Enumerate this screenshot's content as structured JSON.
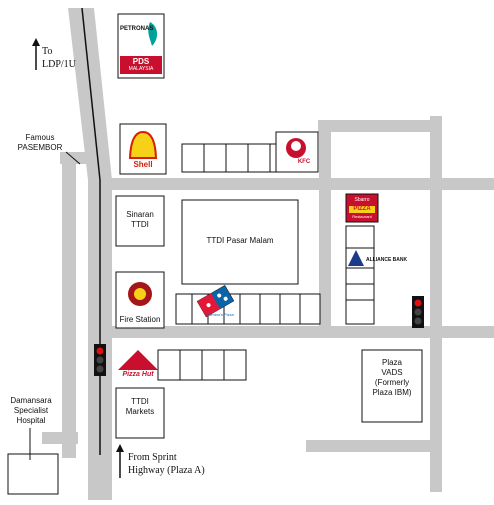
{
  "directions": {
    "north_line1": "To",
    "north_line2": "LDP/1U",
    "south_line1": "From Sprint",
    "south_line2": "Highway (Plaza A)"
  },
  "landmarks": {
    "petronas": "PETRONAS",
    "petronas_sub": "PDS",
    "petronas_sub2": "MALAYSIA",
    "shell": "Shell",
    "kfc": "KFC",
    "sbarro": "Sbarro",
    "sbarro_pizza": "PIZZA",
    "sbarro_sub": "Restaurant",
    "alliance_bank": "ALLIANCE BANK",
    "dominos": "Domino's Pizza",
    "pizza_hut": "Pizza Hut",
    "famous_line1": "Famous",
    "famous_line2": "PASEMBOR",
    "sinaran_line1": "Sinaran",
    "sinaran_line2": "TTDI",
    "pasar_malam": "TTDI Pasar Malam",
    "fire_station": "Fire Station",
    "ttdi_markets_line1": "TTDI",
    "ttdi_markets_line2": "Markets",
    "plaza_line1": "Plaza",
    "plaza_line2": "VADS",
    "plaza_line3": "(Formerly",
    "plaza_line4": "Plaza IBM)",
    "hospital_line1": "Damansara",
    "hospital_line2": "Specialist",
    "hospital_line3": "Hospital"
  },
  "colors": {
    "road": "#c8c8c8",
    "shell_red": "#d81e05",
    "shell_yellow": "#f7d117",
    "petronas_green": "#00a19a",
    "kfc_red": "#c8102e",
    "domino_blue": "#0b64a8",
    "fire_red": "#a4161a",
    "light_red": "#e01010"
  }
}
